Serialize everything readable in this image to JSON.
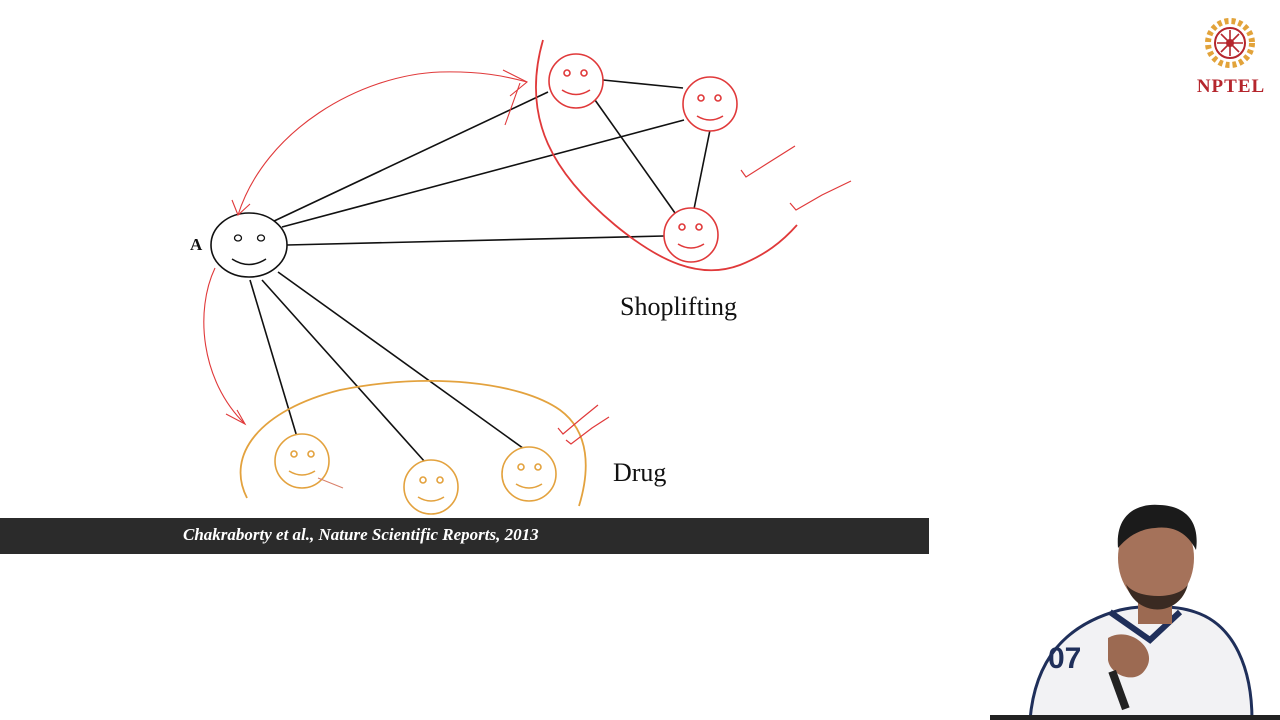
{
  "logo": {
    "text": "NPTEL",
    "color": "#b5262d",
    "ring_color": "#e2a33a"
  },
  "diagram": {
    "node_a_label": "A",
    "group_shoplifting": "Shoplifting",
    "group_drug": "Drug",
    "colors": {
      "neutral": "#111111",
      "shoplifting": "#e0393a",
      "drug": "#e3a23e"
    }
  },
  "citation": {
    "text": "Chakraborty et al., Nature Scientific Reports, 2013"
  }
}
